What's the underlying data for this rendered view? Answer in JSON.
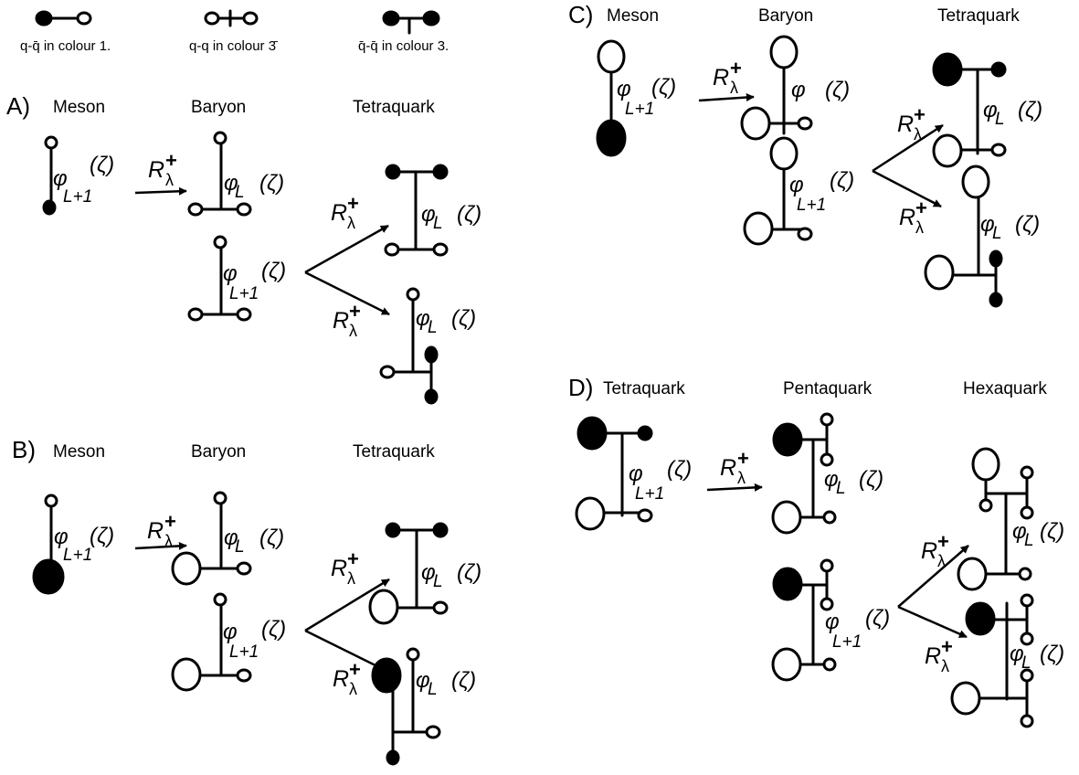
{
  "legend": {
    "items": [
      {
        "text": "q-q̄ in colour 1."
      },
      {
        "text": "q-q in colour 3̄"
      },
      {
        "text": "q̄-q̄ in colour 3."
      }
    ]
  },
  "panels": {
    "A": {
      "tag": "A)",
      "col1": "Meson",
      "col2": "Baryon",
      "col3": "Tetraquark"
    },
    "B": {
      "tag": "B)",
      "col1": "Meson",
      "col2": "Baryon",
      "col3": "Tetraquark"
    },
    "C": {
      "tag": "C)",
      "col1": "Meson",
      "col2": "Baryon",
      "col3": "Tetraquark"
    },
    "D": {
      "tag": "D)",
      "col1": "Tetraquark",
      "col2": "Pentaquark",
      "col3": "Hexaquark"
    }
  },
  "symbols": {
    "phi": "φ",
    "zeta": "(ζ)",
    "L": "L",
    "L1": "L+1",
    "R": "R",
    "lambda": "λ",
    "dagger": "+"
  }
}
